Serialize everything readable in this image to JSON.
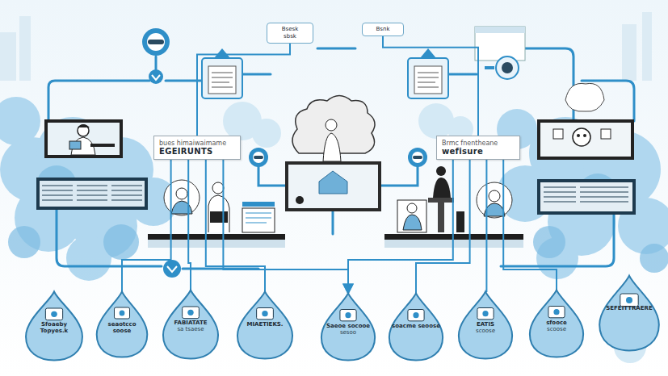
{
  "diagram": {
    "nodes": [
      {
        "text": [
          "Bsesk",
          "sbsk"
        ]
      },
      {
        "text": [
          "Bsnk"
        ]
      },
      {
        "text": [
          "bues himaiwaimame",
          "EGEIRUNTS"
        ]
      },
      {
        "text": [
          "Brmc fnentheane",
          "wefisure"
        ]
      },
      {
        "text": [
          "Sfoaeby Topyes.k"
        ]
      },
      {
        "text": [
          "seaotcco soose"
        ]
      },
      {
        "text": [
          "FABIATATE",
          "sa tsaese"
        ]
      },
      {
        "text": [
          "MIAETIEKS."
        ]
      },
      {
        "text": [
          "Saeoe socooe",
          "sesoo"
        ]
      },
      {
        "text": [
          "soacme seoose"
        ]
      },
      {
        "text": [
          "EATIS",
          "scoose"
        ]
      },
      {
        "text": [
          "sfooce",
          "scoose"
        ]
      },
      {
        "text": [
          "SEFEITTRAERE"
        ]
      }
    ],
    "edges": [
      {
        "from": 0,
        "to": 2,
        "arrow": "none"
      },
      {
        "from": 1,
        "to": 3,
        "arrow": "none"
      },
      {
        "from": 2,
        "to": 5,
        "arrow": "none"
      },
      {
        "from": 2,
        "to": 6,
        "arrow": "none"
      },
      {
        "from": 2,
        "to": 7,
        "arrow": "none"
      },
      {
        "from": 2,
        "to": 8,
        "arrow": "to"
      },
      {
        "from": 3,
        "to": 8,
        "arrow": "to"
      },
      {
        "from": 3,
        "to": 9,
        "arrow": "none"
      },
      {
        "from": 3,
        "to": 10,
        "arrow": "none"
      },
      {
        "from": 3,
        "to": 11,
        "arrow": "none"
      }
    ]
  }
}
